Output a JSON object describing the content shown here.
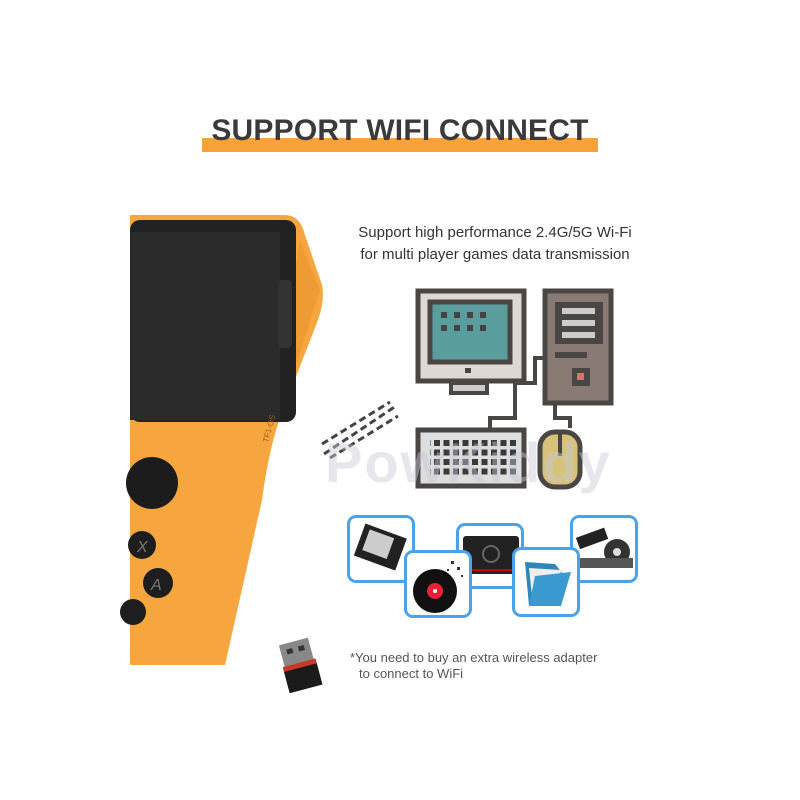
{
  "title": "SUPPORT WIFI CONNECT",
  "description": [
    "Support high performance 2.4G/5G Wi-Fi",
    "for multi player games data transmission"
  ],
  "note": [
    "*You need to buy an extra wireless adapter",
    "to connect to WiFi"
  ],
  "device": {
    "label": "TF1-OS",
    "buttons": [
      "X",
      "A"
    ],
    "color": "#f7a63f"
  },
  "watermark": "PowKiddy",
  "colors": {
    "accent": "#f7a23a",
    "thumb_border": "#4aa3ea",
    "title": "#3a3a3a"
  },
  "media_icons": [
    "ebook-reader-icon",
    "vinyl-record-icon",
    "video-player-icon",
    "folder-icon",
    "film-reel-icon"
  ]
}
